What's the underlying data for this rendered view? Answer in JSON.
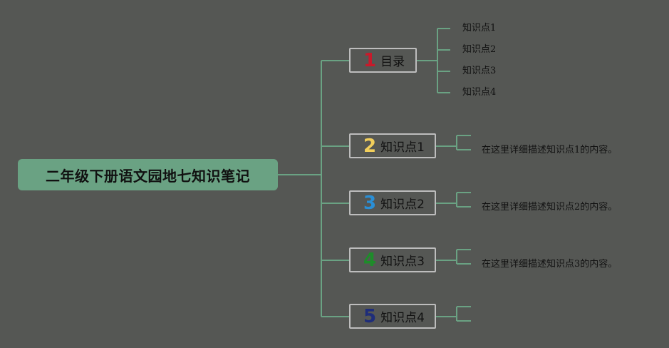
{
  "root": {
    "title": "二年级下册语文园地七知识笔记"
  },
  "branches": [
    {
      "num": "1",
      "num_color": "#c81a2b",
      "label": "目录",
      "children": [
        "知识点1",
        "知识点2",
        "知识点3",
        "知识点4"
      ]
    },
    {
      "num": "2",
      "num_color": "#f2cf5b",
      "label": "知识点1",
      "children": [
        "在这里详细描述知识点1的内容。"
      ]
    },
    {
      "num": "3",
      "num_color": "#2a8fd6",
      "label": "知识点2",
      "children": [
        "在这里详细描述知识点2的内容。"
      ]
    },
    {
      "num": "4",
      "num_color": "#1e8c2a",
      "label": "知识点3",
      "children": [
        "在这里详细描述知识点3的内容。"
      ]
    },
    {
      "num": "5",
      "num_color": "#1e2d7a",
      "label": "知识点4",
      "children": []
    }
  ],
  "colors": {
    "background": "#555754",
    "line": "#6aa283",
    "root": "#6aa283",
    "node_border": "#bdbdbd"
  }
}
